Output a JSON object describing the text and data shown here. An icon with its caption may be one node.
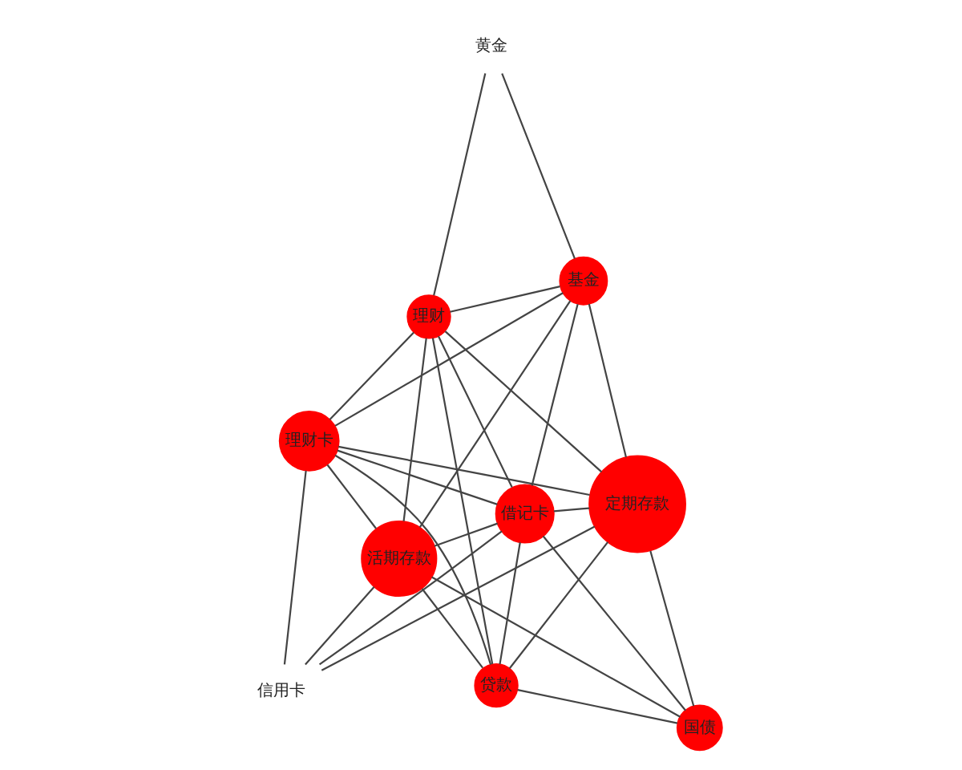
{
  "diagram": {
    "nodes": [
      {
        "text": [
          "黄金"
        ]
      },
      {
        "text": [
          "基金"
        ]
      },
      {
        "text": [
          "理财卡"
        ]
      },
      {
        "text": [
          "理财"
        ]
      },
      {
        "text": [
          "借记卡"
        ]
      },
      {
        "text": [
          "信用卡"
        ]
      },
      {
        "text": [
          "活期存款"
        ]
      },
      {
        "text": [
          "定期存款"
        ]
      },
      {
        "text": [
          "贷款"
        ]
      },
      {
        "text": [
          "国债"
        ]
      }
    ],
    "edges": [
      {
        "from": 0,
        "to": 1,
        "arrow": "none"
      },
      {
        "from": 0,
        "to": 3,
        "arrow": "none"
      },
      {
        "from": 1,
        "to": 3,
        "arrow": "none"
      },
      {
        "from": 1,
        "to": 2,
        "arrow": "none"
      },
      {
        "from": 1,
        "to": 4,
        "arrow": "none"
      },
      {
        "from": 1,
        "to": 6,
        "arrow": "none"
      },
      {
        "from": 1,
        "to": 7,
        "arrow": "none"
      },
      {
        "from": 3,
        "to": 2,
        "arrow": "none"
      },
      {
        "from": 3,
        "to": 4,
        "arrow": "none"
      },
      {
        "from": 3,
        "to": 6,
        "arrow": "none"
      },
      {
        "from": 3,
        "to": 7,
        "arrow": "none"
      },
      {
        "from": 3,
        "to": 8,
        "arrow": "none"
      },
      {
        "from": 2,
        "to": 5,
        "arrow": "none"
      },
      {
        "from": 2,
        "to": 4,
        "arrow": "none"
      },
      {
        "from": 2,
        "to": 6,
        "arrow": "none"
      },
      {
        "from": 2,
        "to": 7,
        "arrow": "none"
      },
      {
        "from": 2,
        "to": 8,
        "arrow": "none"
      },
      {
        "from": 4,
        "to": 5,
        "arrow": "none"
      },
      {
        "from": 4,
        "to": 6,
        "arrow": "none"
      },
      {
        "from": 4,
        "to": 7,
        "arrow": "none"
      },
      {
        "from": 4,
        "to": 8,
        "arrow": "none"
      },
      {
        "from": 4,
        "to": 9,
        "arrow": "none"
      },
      {
        "from": 5,
        "to": 6,
        "arrow": "none"
      },
      {
        "from": 5,
        "to": 7,
        "arrow": "none"
      },
      {
        "from": 6,
        "to": 8,
        "arrow": "none"
      },
      {
        "from": 6,
        "to": 9,
        "arrow": "none"
      },
      {
        "from": 7,
        "to": 8,
        "arrow": "none"
      },
      {
        "from": 7,
        "to": 9,
        "arrow": "none"
      },
      {
        "from": 8,
        "to": 9,
        "arrow": "none"
      }
    ]
  }
}
